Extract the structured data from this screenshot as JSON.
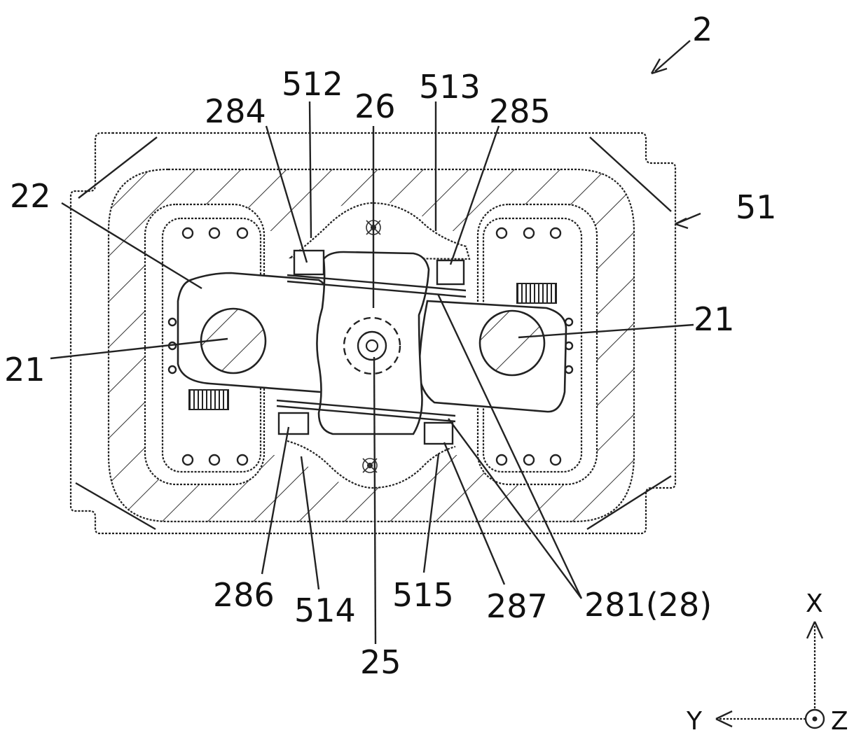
{
  "figure": {
    "labels": {
      "device": "2",
      "l22": "22",
      "l21_left": "21",
      "l21_right": "21",
      "l284": "284",
      "l512": "512",
      "l26": "26",
      "l513": "513",
      "l285": "285",
      "l51": "51",
      "l286": "286",
      "l514": "514",
      "l25": "25",
      "l515": "515",
      "l287": "287",
      "l281": "281(28)"
    },
    "axes": {
      "x": "X",
      "y": "Y",
      "z": "Z"
    }
  }
}
